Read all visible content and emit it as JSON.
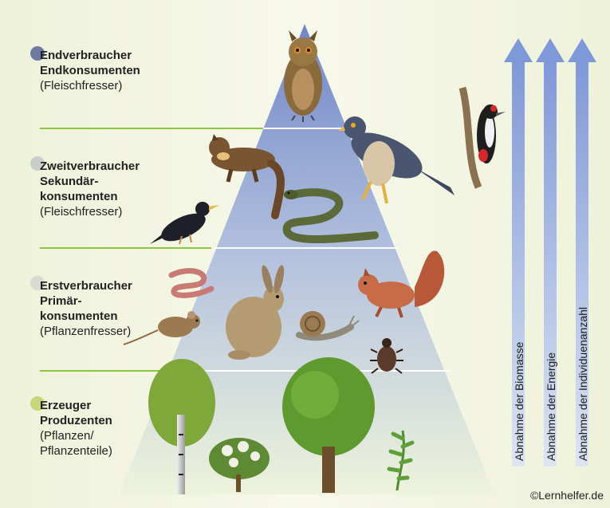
{
  "levels": [
    {
      "key": "top",
      "line1": "Endverbraucher",
      "line2": "Endkonsumenten",
      "line3": "(Fleischfresser)",
      "line4": "",
      "dot": "#6b79a3"
    },
    {
      "key": "second",
      "line1": "Zweitverbraucher",
      "line2": "Sekundär-",
      "line2b": "konsumenten",
      "line3": "(Fleischfresser)",
      "dot": "#c9cfc8"
    },
    {
      "key": "primary",
      "line1": "Erstverbraucher",
      "line2": "Primär-",
      "line2b": "konsumenten",
      "line3": "(Pflanzenfresser)",
      "dot": "#d7dbd2"
    },
    {
      "key": "producer",
      "line1": "Erzeuger",
      "line2": "Produzenten",
      "line3": "(Pflanzen/",
      "line4": "Pflanzenteile)",
      "dot": "#c8d67a"
    }
  ],
  "arrows": [
    {
      "label": "Abnahme der Biomasse"
    },
    {
      "label": "Abnahme der Energie"
    },
    {
      "label": "Abnahme der Individuenanzahl"
    }
  ],
  "organisms": [
    "eagle-owl",
    "sparrowhawk",
    "woodpecker",
    "pine-marten",
    "starling",
    "grass-snake",
    "earthworm",
    "squirrel",
    "hare",
    "field-mouse",
    "snail",
    "beetle",
    "birch",
    "elder-bush",
    "oak",
    "fern"
  ],
  "colors": {
    "apex": "#6f86c8",
    "base": "#eef3dc",
    "divider": "#8cc63f",
    "arrow": "#7f98d8"
  },
  "copyright": "©Lernhelfer.de"
}
